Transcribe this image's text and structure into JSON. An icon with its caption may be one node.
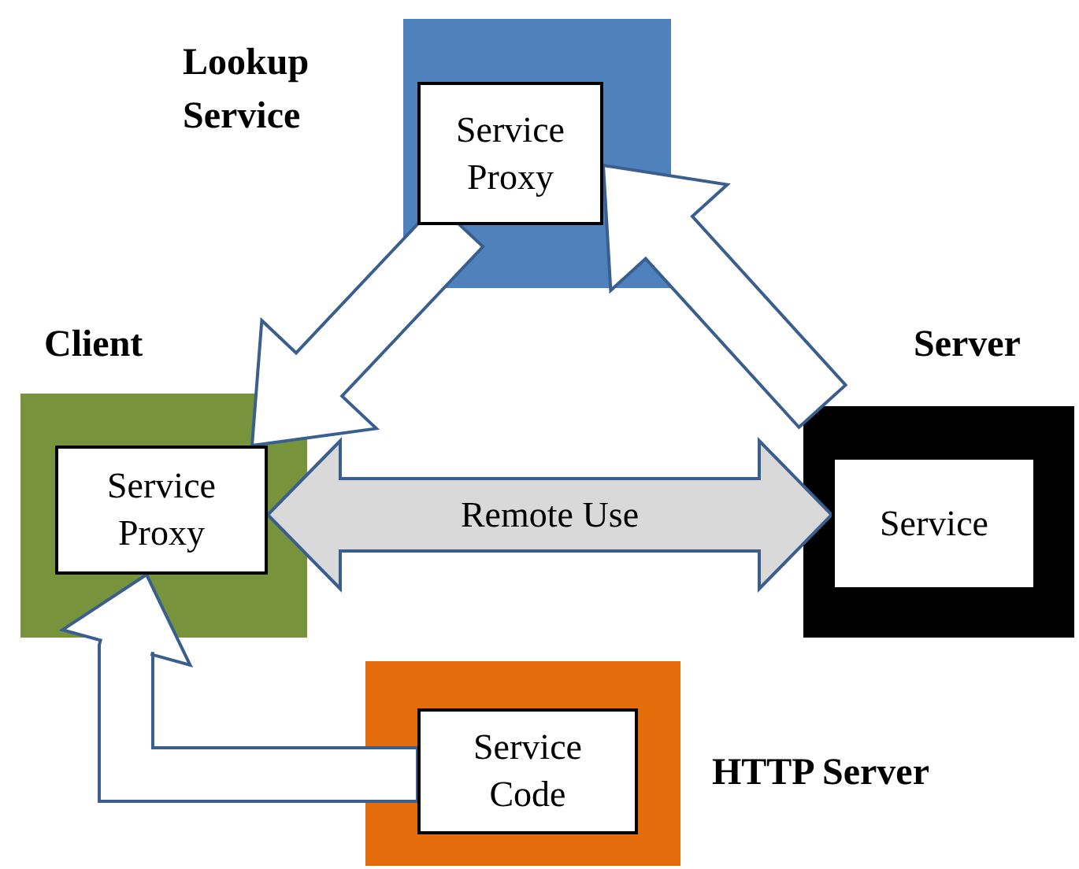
{
  "diagram": {
    "nodes": [
      {
        "text": [
          "Lookup Service"
        ]
      },
      {
        "text": [
          "Service Proxy"
        ],
        "in": 0
      },
      {
        "text": [
          "Client"
        ]
      },
      {
        "text": [
          "Service Proxy"
        ],
        "in": 2
      },
      {
        "text": [
          "Server"
        ]
      },
      {
        "text": [
          "Service"
        ],
        "in": 4
      },
      {
        "text": [
          "HTTP Server"
        ]
      },
      {
        "text": [
          "Service Code"
        ],
        "in": 6
      }
    ],
    "edges": [
      {
        "from": 1,
        "to": 3,
        "arrow": "to"
      },
      {
        "from": 4,
        "to": 1,
        "arrow": "to"
      },
      {
        "from": 3,
        "to": 5,
        "arrow": "both",
        "label": "Remote Use",
        "color": "#d9d9d9"
      },
      {
        "from": 7,
        "to": 3,
        "arrow": "to"
      }
    ]
  }
}
